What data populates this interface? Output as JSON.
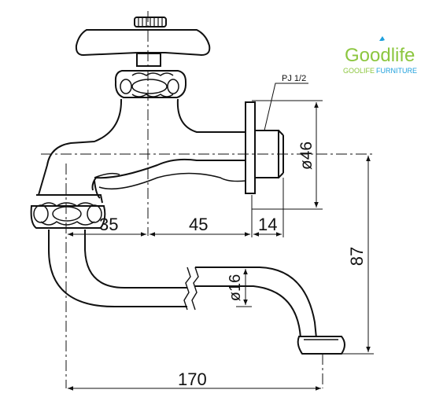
{
  "drawing": {
    "thread_label": "PJ 1/2",
    "dim_diameter_body": "ø46",
    "dim_35": "35",
    "dim_45": "45",
    "dim_14": "14",
    "dim_87": "87",
    "dim_diameter_spout": "ø16",
    "dim_170": "170"
  },
  "logo": {
    "brand": "Goodlife",
    "tagline_part1": "GOOLIFE",
    "tagline_part2": "FURNITURE",
    "color_green": "#8cc63f",
    "color_blue": "#1fa0dc"
  }
}
